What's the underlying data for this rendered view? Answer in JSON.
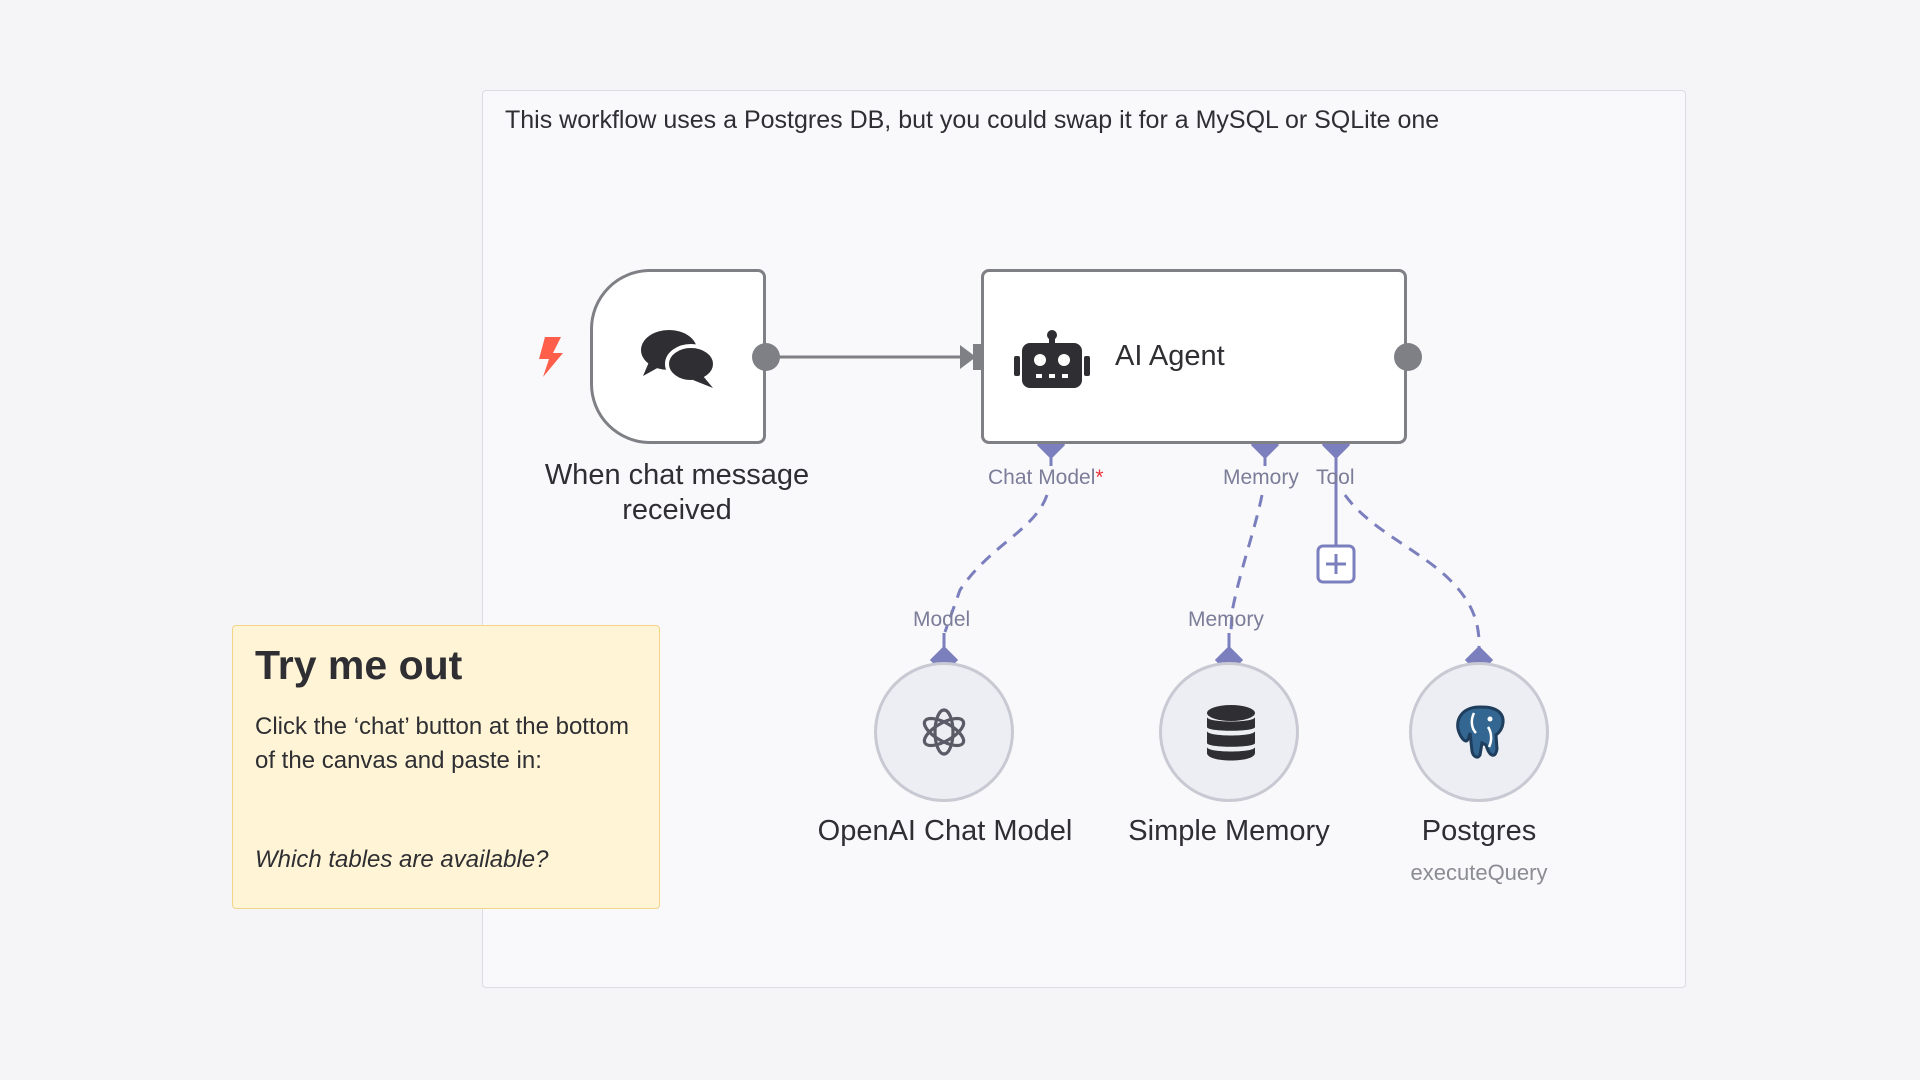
{
  "canvas_note": {
    "text": "This workflow uses a Postgres DB, but you could swap it for a MySQL or SQLite one"
  },
  "nodes": {
    "trigger": {
      "title": "When chat message received",
      "icon": "chat-bubbles-icon"
    },
    "agent": {
      "title": "AI Agent",
      "icon": "robot-icon"
    },
    "openai": {
      "title": "OpenAI Chat Model",
      "icon": "openai-icon",
      "port": "Model"
    },
    "memory": {
      "title": "Simple Memory",
      "icon": "database-icon",
      "port": "Memory"
    },
    "postgres": {
      "title": "Postgres",
      "subtitle": "executeQuery",
      "icon": "postgres-elephant-icon"
    }
  },
  "agent_ports": {
    "chat_model": "Chat Model",
    "required_mark": "*",
    "memory": "Memory",
    "tool": "Tool"
  },
  "sticky": {
    "title": "Try me out",
    "body": "Click the ‘chat’ button at the bottom of the canvas and paste in:",
    "hint": "Which tables are available?"
  },
  "colors": {
    "port": "#7b7fbd",
    "edge": "#7f8085",
    "trigger_bolt": "#ff5f4a",
    "required": "#e8353b",
    "sticky_bg": "#fff5d6",
    "postgres_blue": "#336791"
  }
}
